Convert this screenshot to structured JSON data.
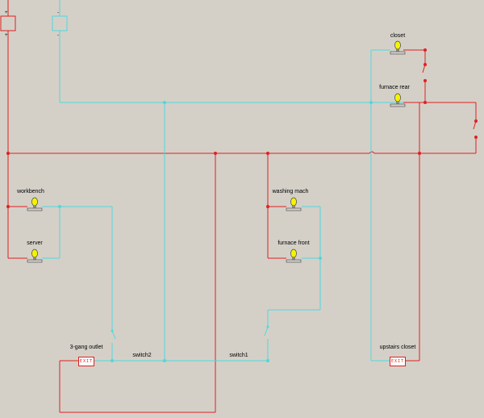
{
  "colors": {
    "background": "#d4d0c8",
    "power_wire": "#e02020",
    "signal_wire": "#4fd8dc",
    "bulb": "#f4f400"
  },
  "battery_left": {
    "plus": "+",
    "plus2": "+"
  },
  "battery_right": {
    "minus": "-",
    "minus2": "-"
  },
  "lights": {
    "workbench": "workbench",
    "server": "server",
    "washing": "washing mach",
    "furnace_front": "furnace front",
    "closet": "closet",
    "furnace_rear": "furnace rear"
  },
  "outlets": {
    "gang": {
      "label": "3-gang outlet",
      "text": "EXIT"
    },
    "upstairs": {
      "label": "upstairs closet",
      "text": "EXIT"
    }
  },
  "switches": {
    "switch2": "switch2",
    "switch1": "switch1"
  },
  "icons": [
    "lamp-icon",
    "outlet-icon",
    "switch-icon",
    "battery-icon"
  ]
}
